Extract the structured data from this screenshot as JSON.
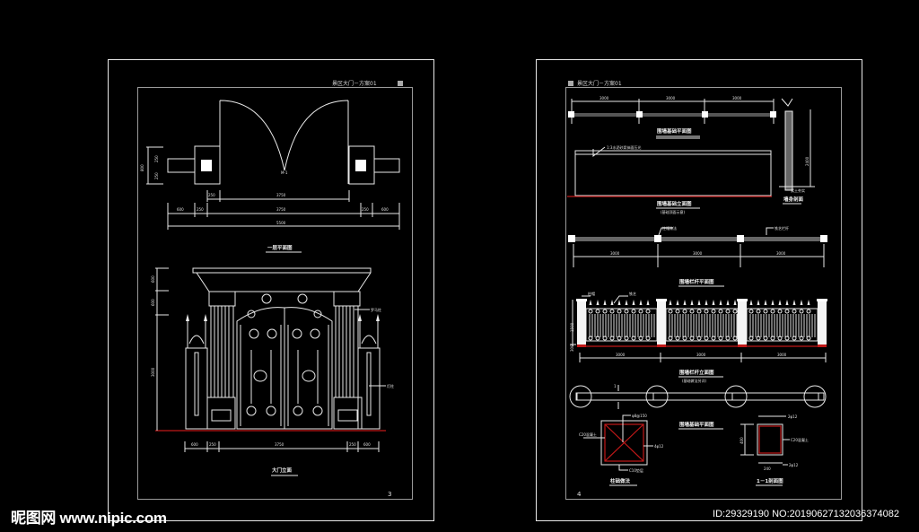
{
  "sheets": [
    {
      "title": "景区大门－方案01",
      "page_number": "3",
      "plan": {
        "label": "一层平面图",
        "gate_mark": "M-1",
        "dims_top": [
          "250",
          "3750"
        ],
        "dims_mid": [
          "600",
          "250",
          "3750",
          "250",
          "600"
        ],
        "dim_total": "5500",
        "dims_side": [
          "250",
          "250"
        ],
        "dim_side_total": "800"
      },
      "elevation": {
        "label": "大门立面",
        "dims_bottom": [
          "600",
          "250",
          "3750",
          "250",
          "600"
        ],
        "dims_side": [
          "600",
          "600",
          "3000"
        ],
        "callouts": [
          "罗马柱",
          "灯柱"
        ]
      }
    },
    {
      "title": "景区大门－方案01",
      "page_number": "4",
      "wall_plan": {
        "label": "围墙基础平面图",
        "dims": [
          "3000",
          "3000",
          "3000"
        ]
      },
      "wall_elevation": {
        "label": "围墙基础立面图",
        "sublabel": "(基础顶面示意)",
        "callout": "1:3水泥砂浆抹面压光"
      },
      "wall_section": {
        "label": "墙身剖面",
        "dim": "2400",
        "callout": "素土夯实"
      },
      "fence_plan": {
        "label": "围墙栏杆平面图",
        "dims": [
          "3000",
          "3000",
          "3000"
        ],
        "callouts": [
          "柱帽做法",
          "铁艺栏杆"
        ]
      },
      "fence_elevation": {
        "label": "围墙栏杆立面图",
        "dims": [
          "3000",
          "3000",
          "3000"
        ],
        "dims_side": [
          "1500",
          "300"
        ],
        "callouts": [
          "柱帽",
          "铁艺"
        ]
      },
      "foundation": {
        "label": "围墙基础平面图",
        "sublabel": "(基础做法另详)",
        "cut_mark": "1"
      },
      "pier_detail": {
        "label": "柱础做法",
        "callouts": [
          "φ8@150",
          "C20混凝土",
          "4φ12",
          "C10垫层"
        ]
      },
      "section_detail": {
        "label": "1－1剖面图",
        "dims": [
          "400",
          "240"
        ],
        "callouts": [
          "2φ12",
          "C20混凝土",
          "2φ12"
        ]
      }
    }
  ],
  "watermark": {
    "text": "昵图网 www.nipic.com",
    "id": "ID:29329190 NO:20190627132036374082"
  }
}
